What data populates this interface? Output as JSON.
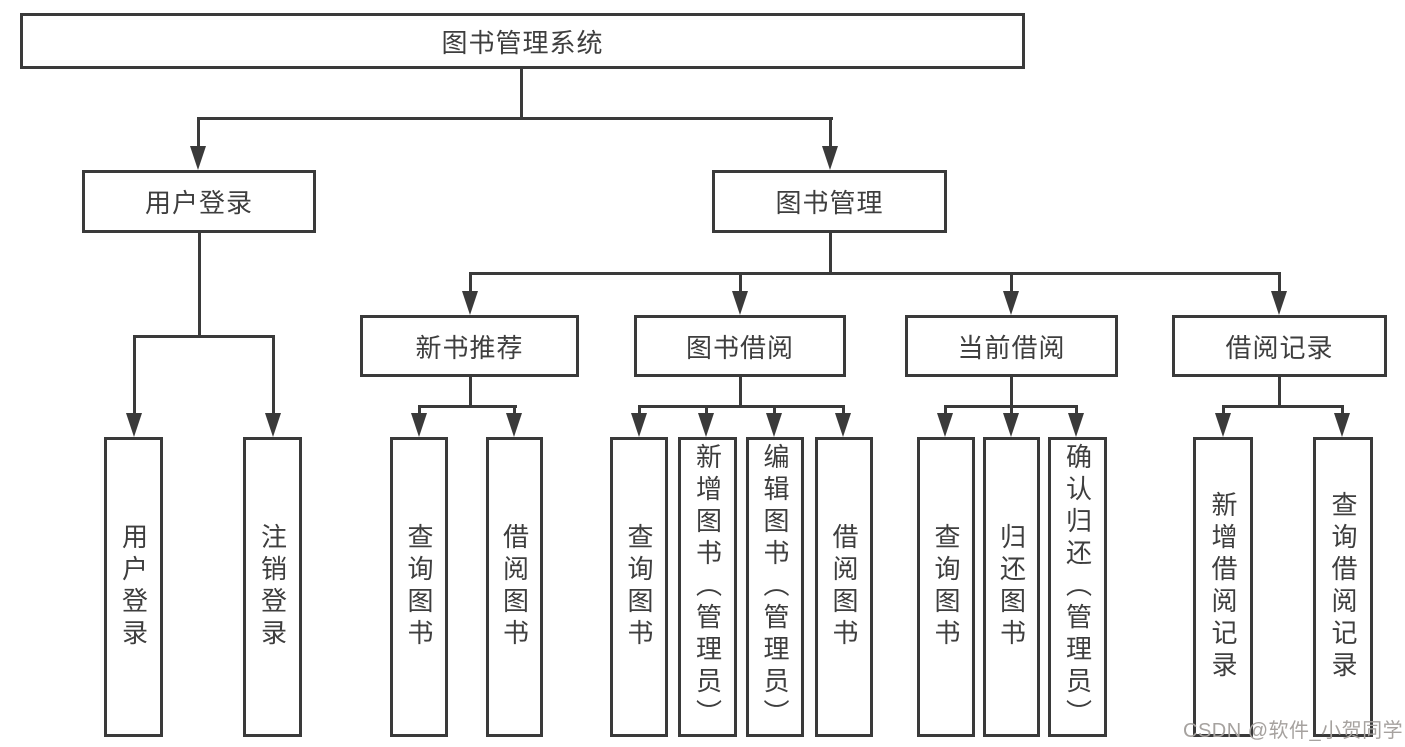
{
  "diagram_type": "hierarchy-tree",
  "colors": {
    "line": "#3a3a3a",
    "text": "#3e3e3e",
    "background": "#ffffff",
    "watermark": "#a6a29f"
  },
  "tree": {
    "root": {
      "label": "图书管理系统"
    },
    "branches": [
      {
        "label": "用户登录",
        "children": [
          {
            "label": "用户登录"
          },
          {
            "label": "注销登录"
          }
        ]
      },
      {
        "label": "图书管理",
        "children": [
          {
            "label": "新书推荐",
            "children": [
              {
                "label": "查询图书"
              },
              {
                "label": "借阅图书"
              }
            ]
          },
          {
            "label": "图书借阅",
            "children": [
              {
                "label": "查询图书"
              },
              {
                "label": "新增图书（管理员）"
              },
              {
                "label": "编辑图书（管理员）"
              },
              {
                "label": "借阅图书"
              }
            ]
          },
          {
            "label": "当前借阅",
            "children": [
              {
                "label": "查询图书"
              },
              {
                "label": "归还图书"
              },
              {
                "label": "确认归还（管理员）"
              }
            ]
          },
          {
            "label": "借阅记录",
            "children": [
              {
                "label": "新增借阅记录"
              },
              {
                "label": "查询借阅记录"
              }
            ]
          }
        ]
      }
    ]
  },
  "watermark": {
    "text": "CSDN @软件_小贺同学"
  }
}
